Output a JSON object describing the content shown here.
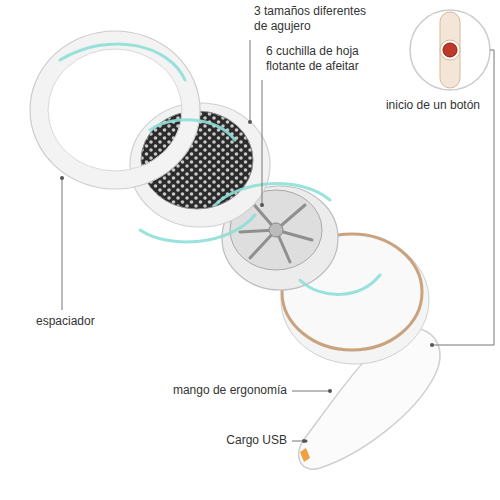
{
  "diagram": {
    "labels": [
      "3 tamaños diferentes de agujero",
      "6 cuchilla de hoja flotante de afeitar",
      "inicio de un botón",
      "espaciador",
      "mango de ergonomía",
      "Cargo USB"
    ]
  }
}
